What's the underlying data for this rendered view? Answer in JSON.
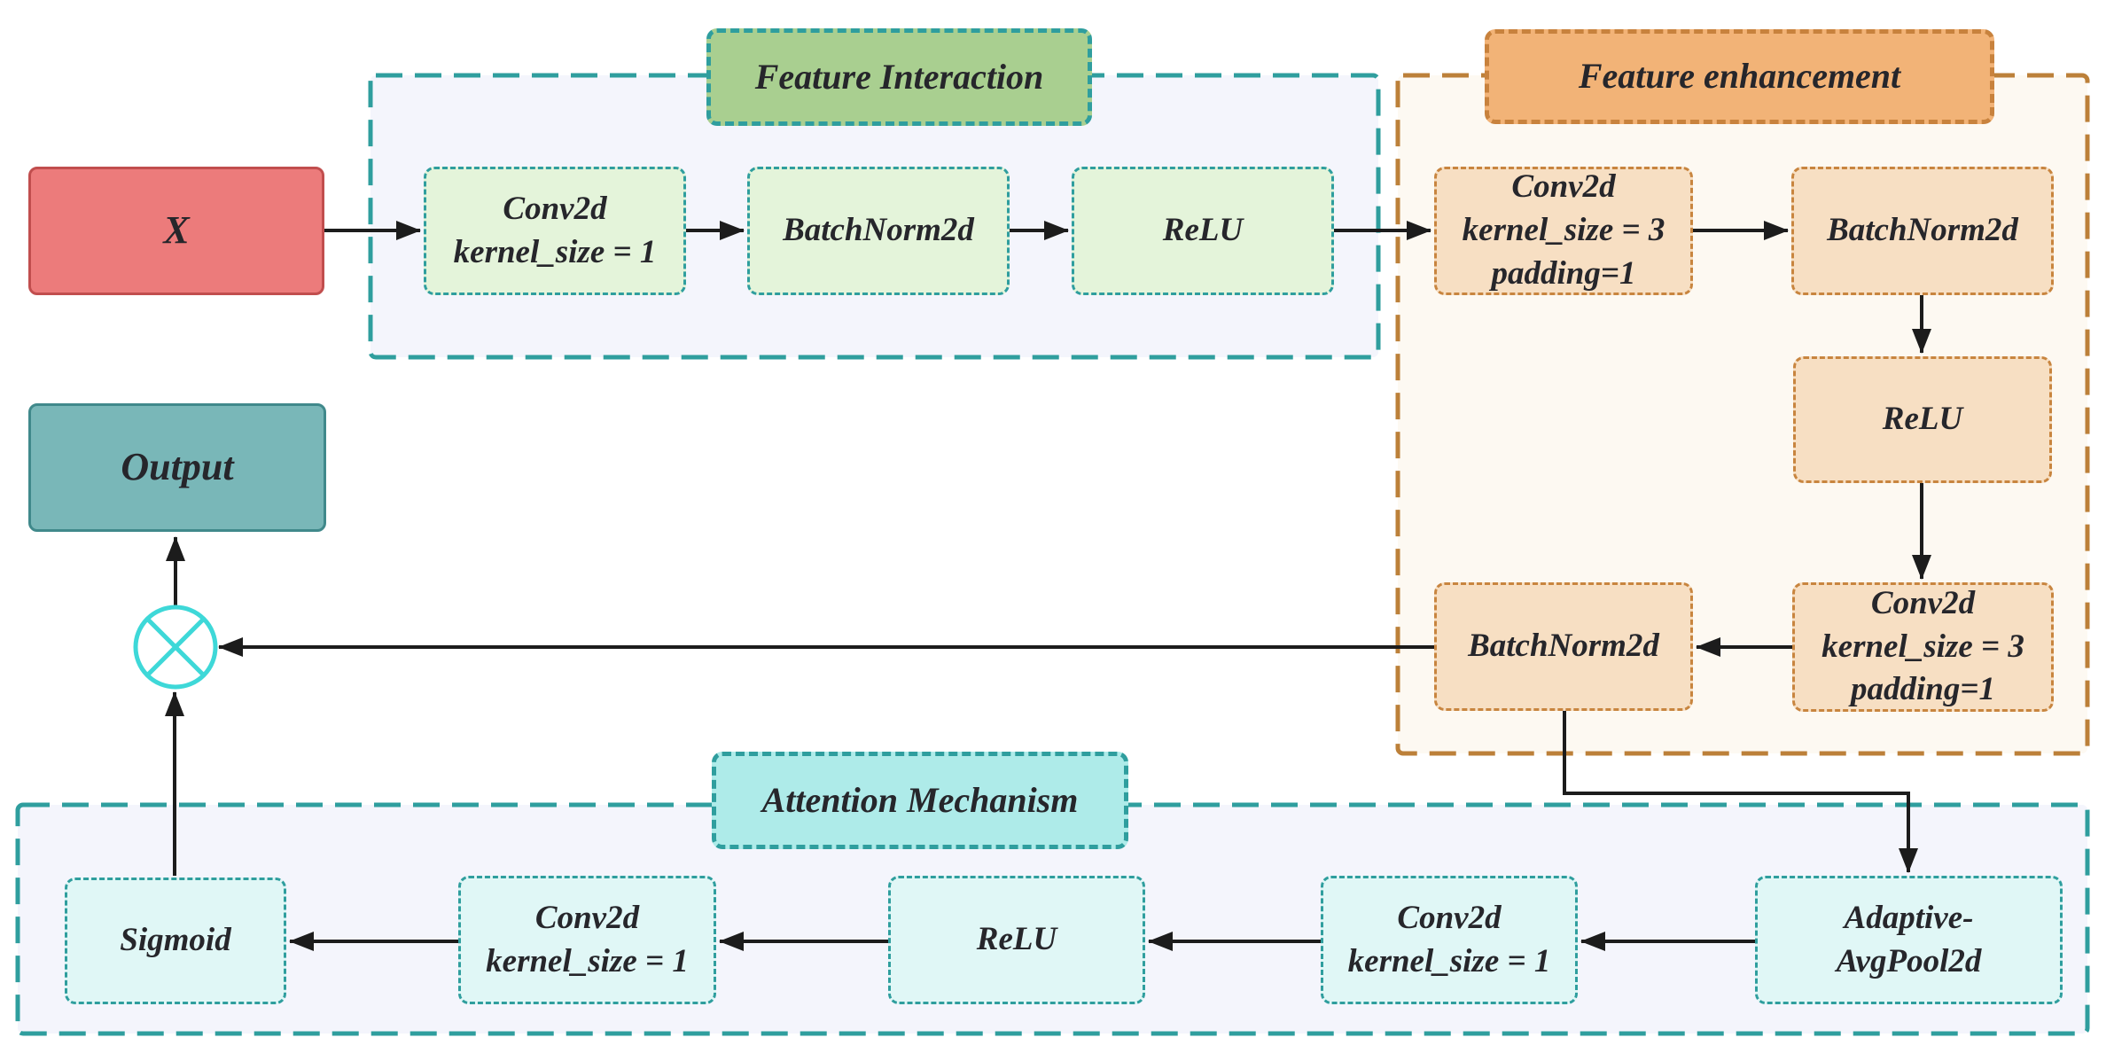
{
  "nodes": {
    "input": {
      "label": "X"
    },
    "output": {
      "label": "Output"
    }
  },
  "operators": {
    "multiply": {
      "name": "elementwise-multiply",
      "symbol": "⊗"
    }
  },
  "groups": {
    "feature_interaction": {
      "title": "Feature Interaction",
      "nodes": [
        {
          "lines": [
            "Conv2d",
            "kernel_size = 1"
          ]
        },
        {
          "lines": [
            "BatchNorm2d"
          ]
        },
        {
          "lines": [
            "ReLU"
          ]
        }
      ]
    },
    "feature_enhancement": {
      "title": "Feature enhancement",
      "nodes": [
        {
          "lines": [
            "Conv2d",
            "kernel_size = 3",
            "padding=1"
          ]
        },
        {
          "lines": [
            "BatchNorm2d"
          ]
        },
        {
          "lines": [
            "ReLU"
          ]
        },
        {
          "lines": [
            "Conv2d",
            "kernel_size = 3",
            "padding=1"
          ]
        },
        {
          "lines": [
            "BatchNorm2d"
          ]
        }
      ]
    },
    "attention_mechanism": {
      "title": "Attention Mechanism",
      "nodes": [
        {
          "lines": [
            "Sigmoid"
          ]
        },
        {
          "lines": [
            "Conv2d",
            "kernel_size = 1"
          ]
        },
        {
          "lines": [
            "ReLU"
          ]
        },
        {
          "lines": [
            "Conv2d",
            "kernel_size = 1"
          ]
        },
        {
          "lines": [
            "Adaptive-",
            "AvgPool2d"
          ]
        }
      ]
    }
  },
  "colors": {
    "input_fill": "#ec7b7b",
    "input_stroke": "#c14e4e",
    "output_fill": "#79b7b8",
    "output_stroke": "#40898b",
    "teal_border": "#2f9e9e",
    "green_title_fill": "#a9cf90",
    "green_node_fill": "#e4f4da",
    "orange_border": "#bc8039",
    "orange_title_fill": "#f2b377",
    "orange_node_fill": "#f7dfc3",
    "cyan_title_fill": "#aeebe9",
    "cyan_node_fill": "#e0f7f6",
    "lavender_container_fill": "#f4f5fc",
    "cream_container_fill": "#fdf9f2",
    "multiply_stroke": "#3ed8d8",
    "arrow": "#1c1c1c"
  }
}
